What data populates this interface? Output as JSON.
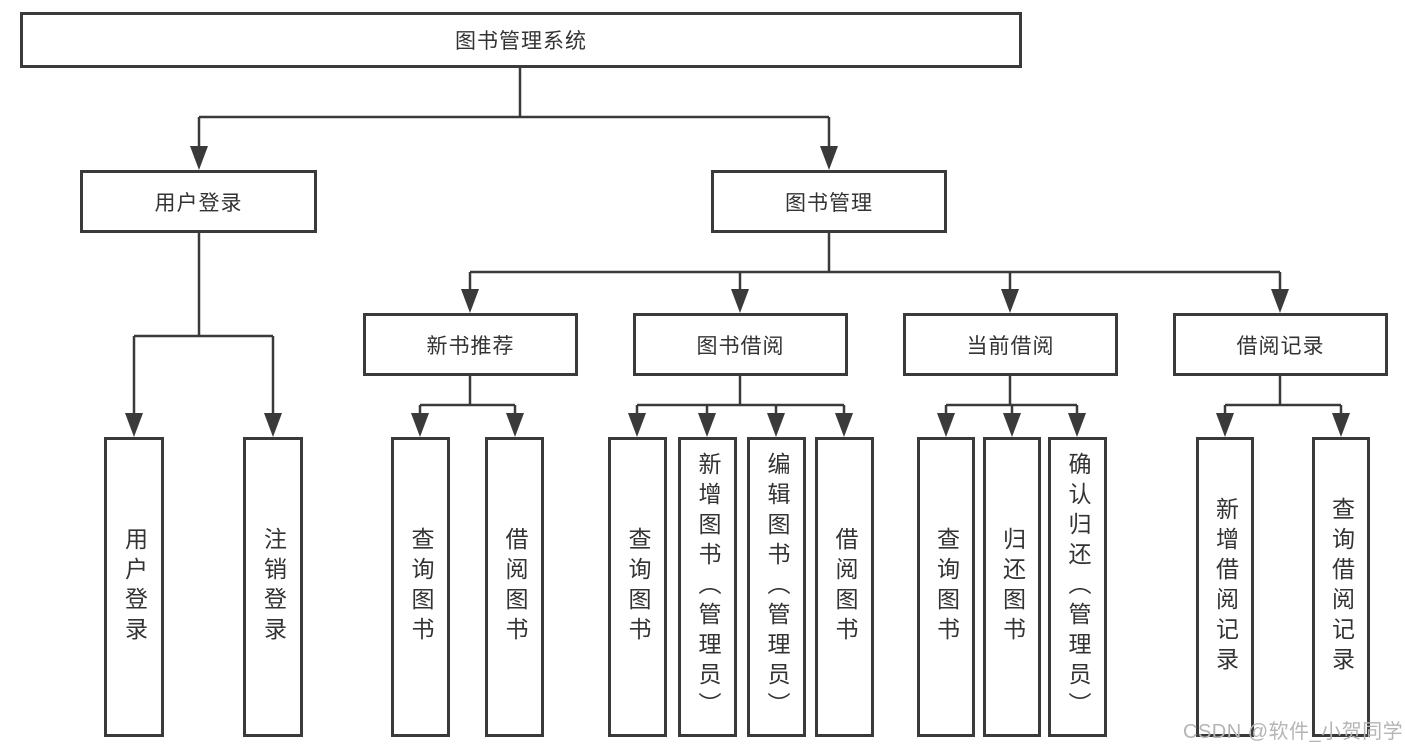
{
  "diagram": {
    "root": "图书管理系统",
    "branches": [
      {
        "label": "用户登录",
        "children": [
          "用户登录",
          "注销登录"
        ]
      },
      {
        "label": "图书管理",
        "children": [
          {
            "label": "新书推荐",
            "children": [
              "查询图书",
              "借阅图书"
            ]
          },
          {
            "label": "图书借阅",
            "children": [
              "查询图书",
              "新增图书（管理员）",
              "编辑图书（管理员）",
              "借阅图书"
            ]
          },
          {
            "label": "当前借阅",
            "children": [
              "查询图书",
              "归还图书",
              "确认归还（管理员）"
            ]
          },
          {
            "label": "借阅记录",
            "children": [
              "新增借阅记录",
              "查询借阅记录"
            ]
          }
        ]
      }
    ]
  },
  "watermark": "CSDN @软件_小贺同学",
  "colors": {
    "line": "#3a3a3a",
    "text": "#333333",
    "watermark": "#b5b5b5"
  }
}
